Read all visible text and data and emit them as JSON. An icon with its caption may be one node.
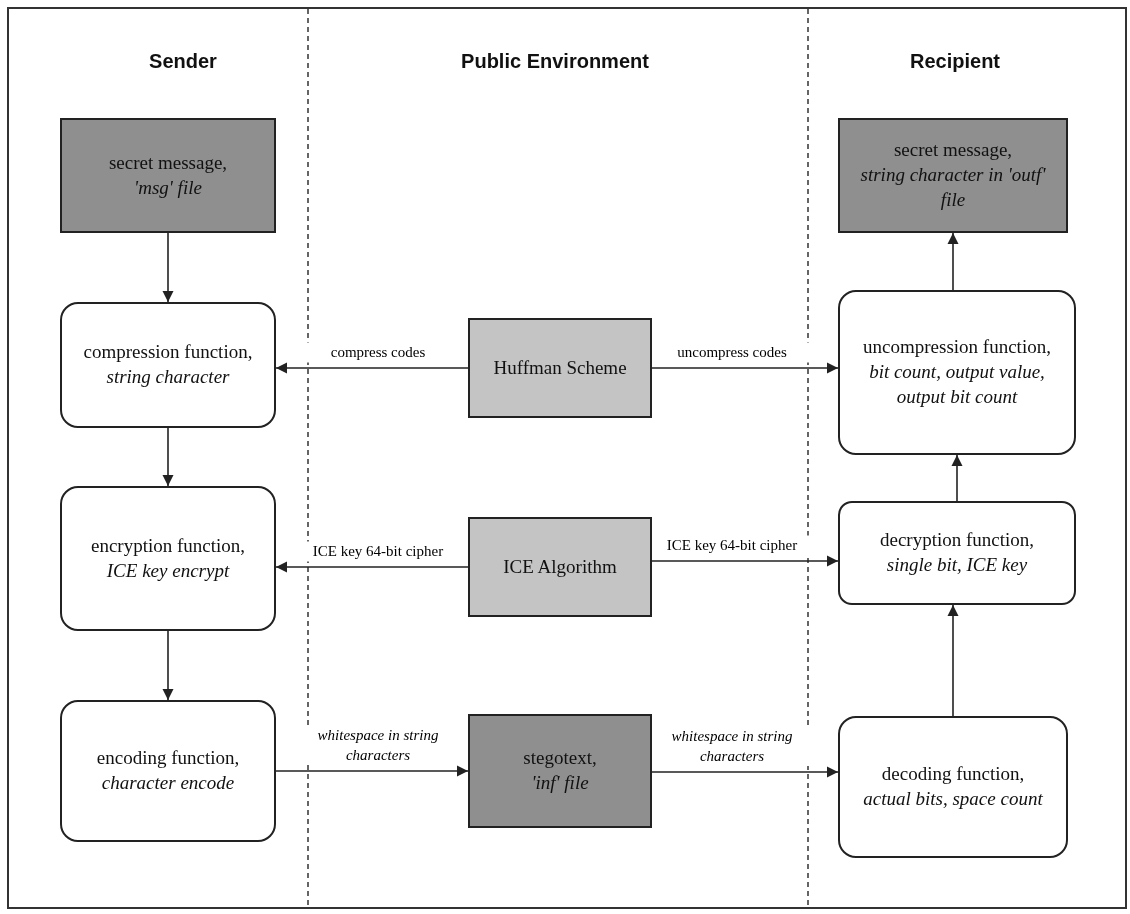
{
  "diagram": {
    "nodes": [
      {
        "text": [
          "secret message,",
          "'msg' file"
        ]
      },
      {
        "text": [
          "compression function,",
          "string character"
        ]
      },
      {
        "text": [
          "encryption function,",
          "ICE key encrypt"
        ]
      },
      {
        "text": [
          "encoding function,",
          "character encode"
        ]
      },
      {
        "text": [
          "Huffman Scheme"
        ]
      },
      {
        "text": [
          "ICE Algorithm"
        ]
      },
      {
        "text": [
          "stegotext,",
          "'inf' file"
        ]
      },
      {
        "text": [
          "secret message,",
          "string character in 'outf' file"
        ]
      },
      {
        "text": [
          "uncompression function,",
          "bit count, output value, output bit count"
        ]
      },
      {
        "text": [
          "decryption function,",
          "single bit, ICE key"
        ]
      },
      {
        "text": [
          "decoding function,",
          "actual bits, space count"
        ]
      }
    ],
    "edges": [
      {
        "from": 0,
        "to": 1,
        "arrow": "to"
      },
      {
        "from": 1,
        "to": 2,
        "arrow": "to"
      },
      {
        "from": 2,
        "to": 3,
        "arrow": "to"
      },
      {
        "from": 4,
        "to": 1,
        "arrow": "to",
        "label": "compress codes"
      },
      {
        "from": 4,
        "to": 8,
        "arrow": "to",
        "label": "uncompress codes"
      },
      {
        "from": 5,
        "to": 2,
        "arrow": "to",
        "label": "ICE key 64-bit cipher"
      },
      {
        "from": 5,
        "to": 9,
        "arrow": "to",
        "label": "ICE key 64-bit cipher"
      },
      {
        "from": 3,
        "to": 6,
        "arrow": "to",
        "label": "whitespace in string characters"
      },
      {
        "from": 6,
        "to": 10,
        "arrow": "to",
        "label": "whitespace in string characters"
      },
      {
        "from": 10,
        "to": 9,
        "arrow": "to"
      },
      {
        "from": 9,
        "to": 8,
        "arrow": "to"
      },
      {
        "from": 8,
        "to": 7,
        "arrow": "to"
      }
    ],
    "labels": [
      "Sender",
      "Public Environment",
      "Recipient"
    ]
  }
}
